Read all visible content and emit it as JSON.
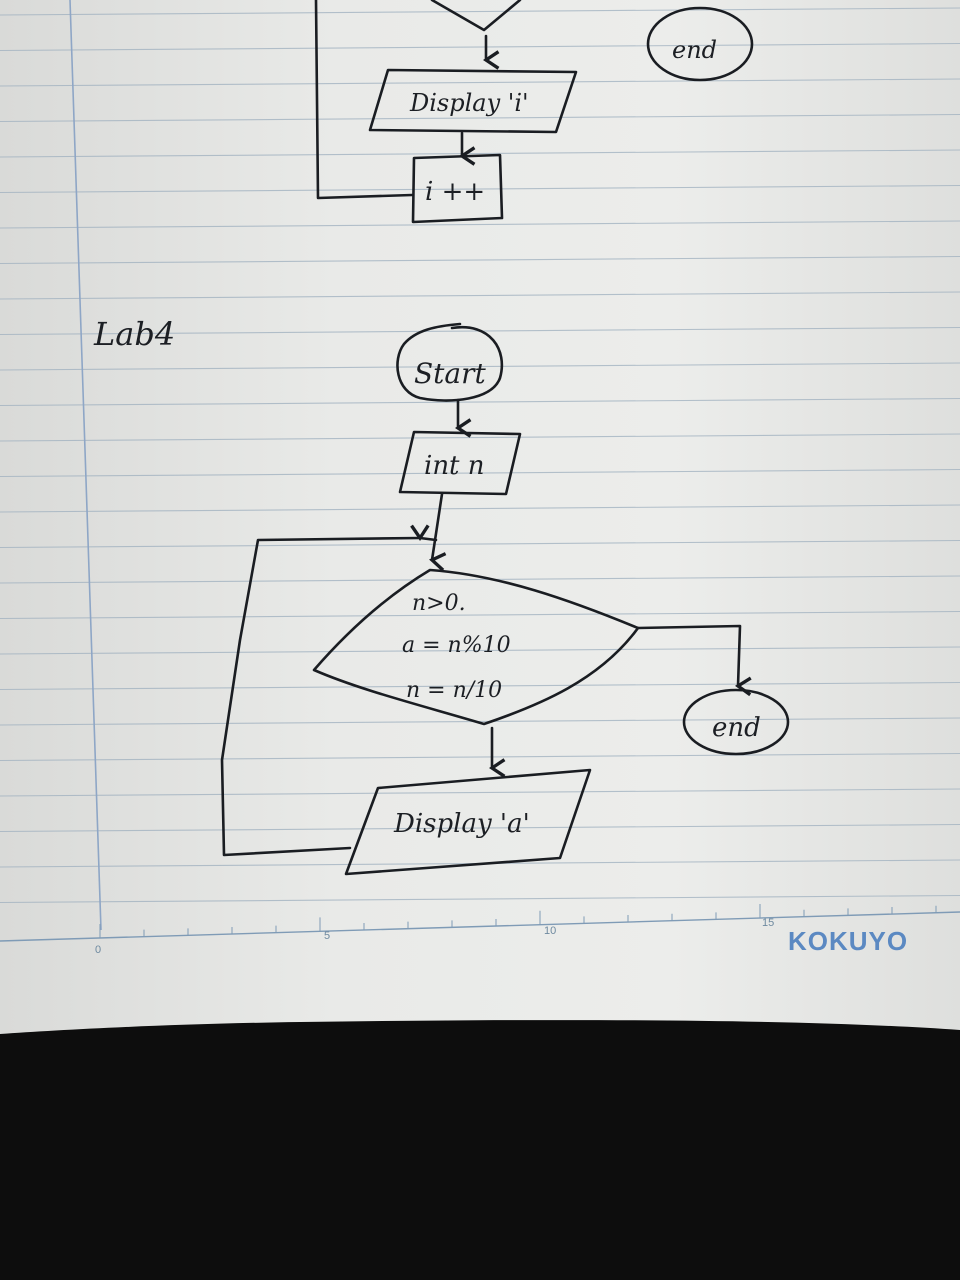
{
  "top_fragment": {
    "display_label": "Display 'i'",
    "increment_label": "i ++",
    "end_label": "end"
  },
  "section_label": "Lab4",
  "flowchart": {
    "start_label": "Start",
    "declare_label": "int n",
    "decision_lines": [
      "n>0.",
      "a = n%10",
      "n = n/10"
    ],
    "output_label": "Display 'a'",
    "end_label": "end"
  },
  "ruler": {
    "labels": [
      "0",
      "5",
      "10",
      "15"
    ]
  },
  "brand": "KOKUYO",
  "colors": {
    "paper": "#e7e8e6",
    "rule_line": "#9fb0bf",
    "margin_line": "#8ea6c6",
    "ink": "#1a1d22",
    "brand": "#5b89c2",
    "background": "#0d0d0d"
  }
}
